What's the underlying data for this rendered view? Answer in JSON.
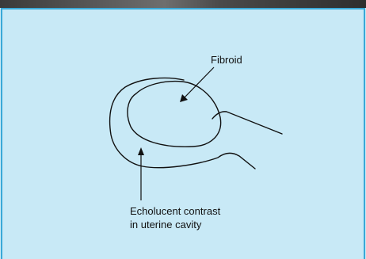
{
  "labels": {
    "fibroid": "Fibroid",
    "echolucent_line1": "Echolucent contrast",
    "echolucent_line2": "in uterine cavity"
  },
  "colors": {
    "background": "#c8e9f6",
    "border": "#3aa9d8",
    "stroke": "#111111",
    "top_bar": "#4a4a4a"
  }
}
